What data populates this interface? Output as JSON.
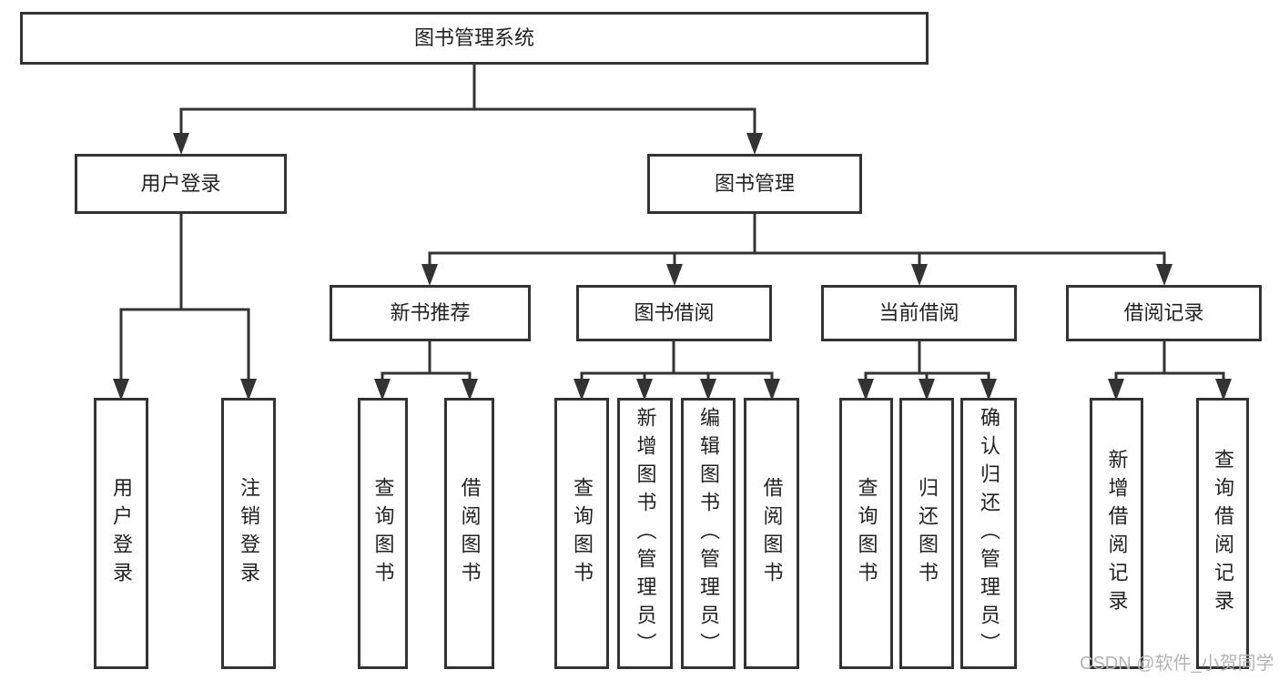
{
  "diagram_type": "hierarchy-tree",
  "colors": {
    "line": "#333333",
    "box_border": "#333333",
    "text": "#222222",
    "background": "#ffffff",
    "watermark_text": "#b4b4b4"
  },
  "tree": {
    "root": {
      "label": "图书管理系统",
      "children": [
        {
          "label": "用户登录",
          "children": [
            {
              "label": "用户登录"
            },
            {
              "label": "注销登录"
            }
          ]
        },
        {
          "label": "图书管理",
          "children": [
            {
              "label": "新书推荐",
              "children": [
                {
                  "label": "查询图书"
                },
                {
                  "label": "借阅图书"
                }
              ]
            },
            {
              "label": "图书借阅",
              "children": [
                {
                  "label": "查询图书"
                },
                {
                  "label": "新增图书（管理员）"
                },
                {
                  "label": "编辑图书（管理员）"
                },
                {
                  "label": "借阅图书"
                }
              ]
            },
            {
              "label": "当前借阅",
              "children": [
                {
                  "label": "查询图书"
                },
                {
                  "label": "归还图书"
                },
                {
                  "label": "确认归还（管理员）"
                }
              ]
            },
            {
              "label": "借阅记录",
              "children": [
                {
                  "label": "新增借阅记录"
                },
                {
                  "label": "查询借阅记录"
                }
              ]
            }
          ]
        }
      ]
    }
  },
  "watermark": {
    "text": "CSDN @软件_小贺同学"
  }
}
